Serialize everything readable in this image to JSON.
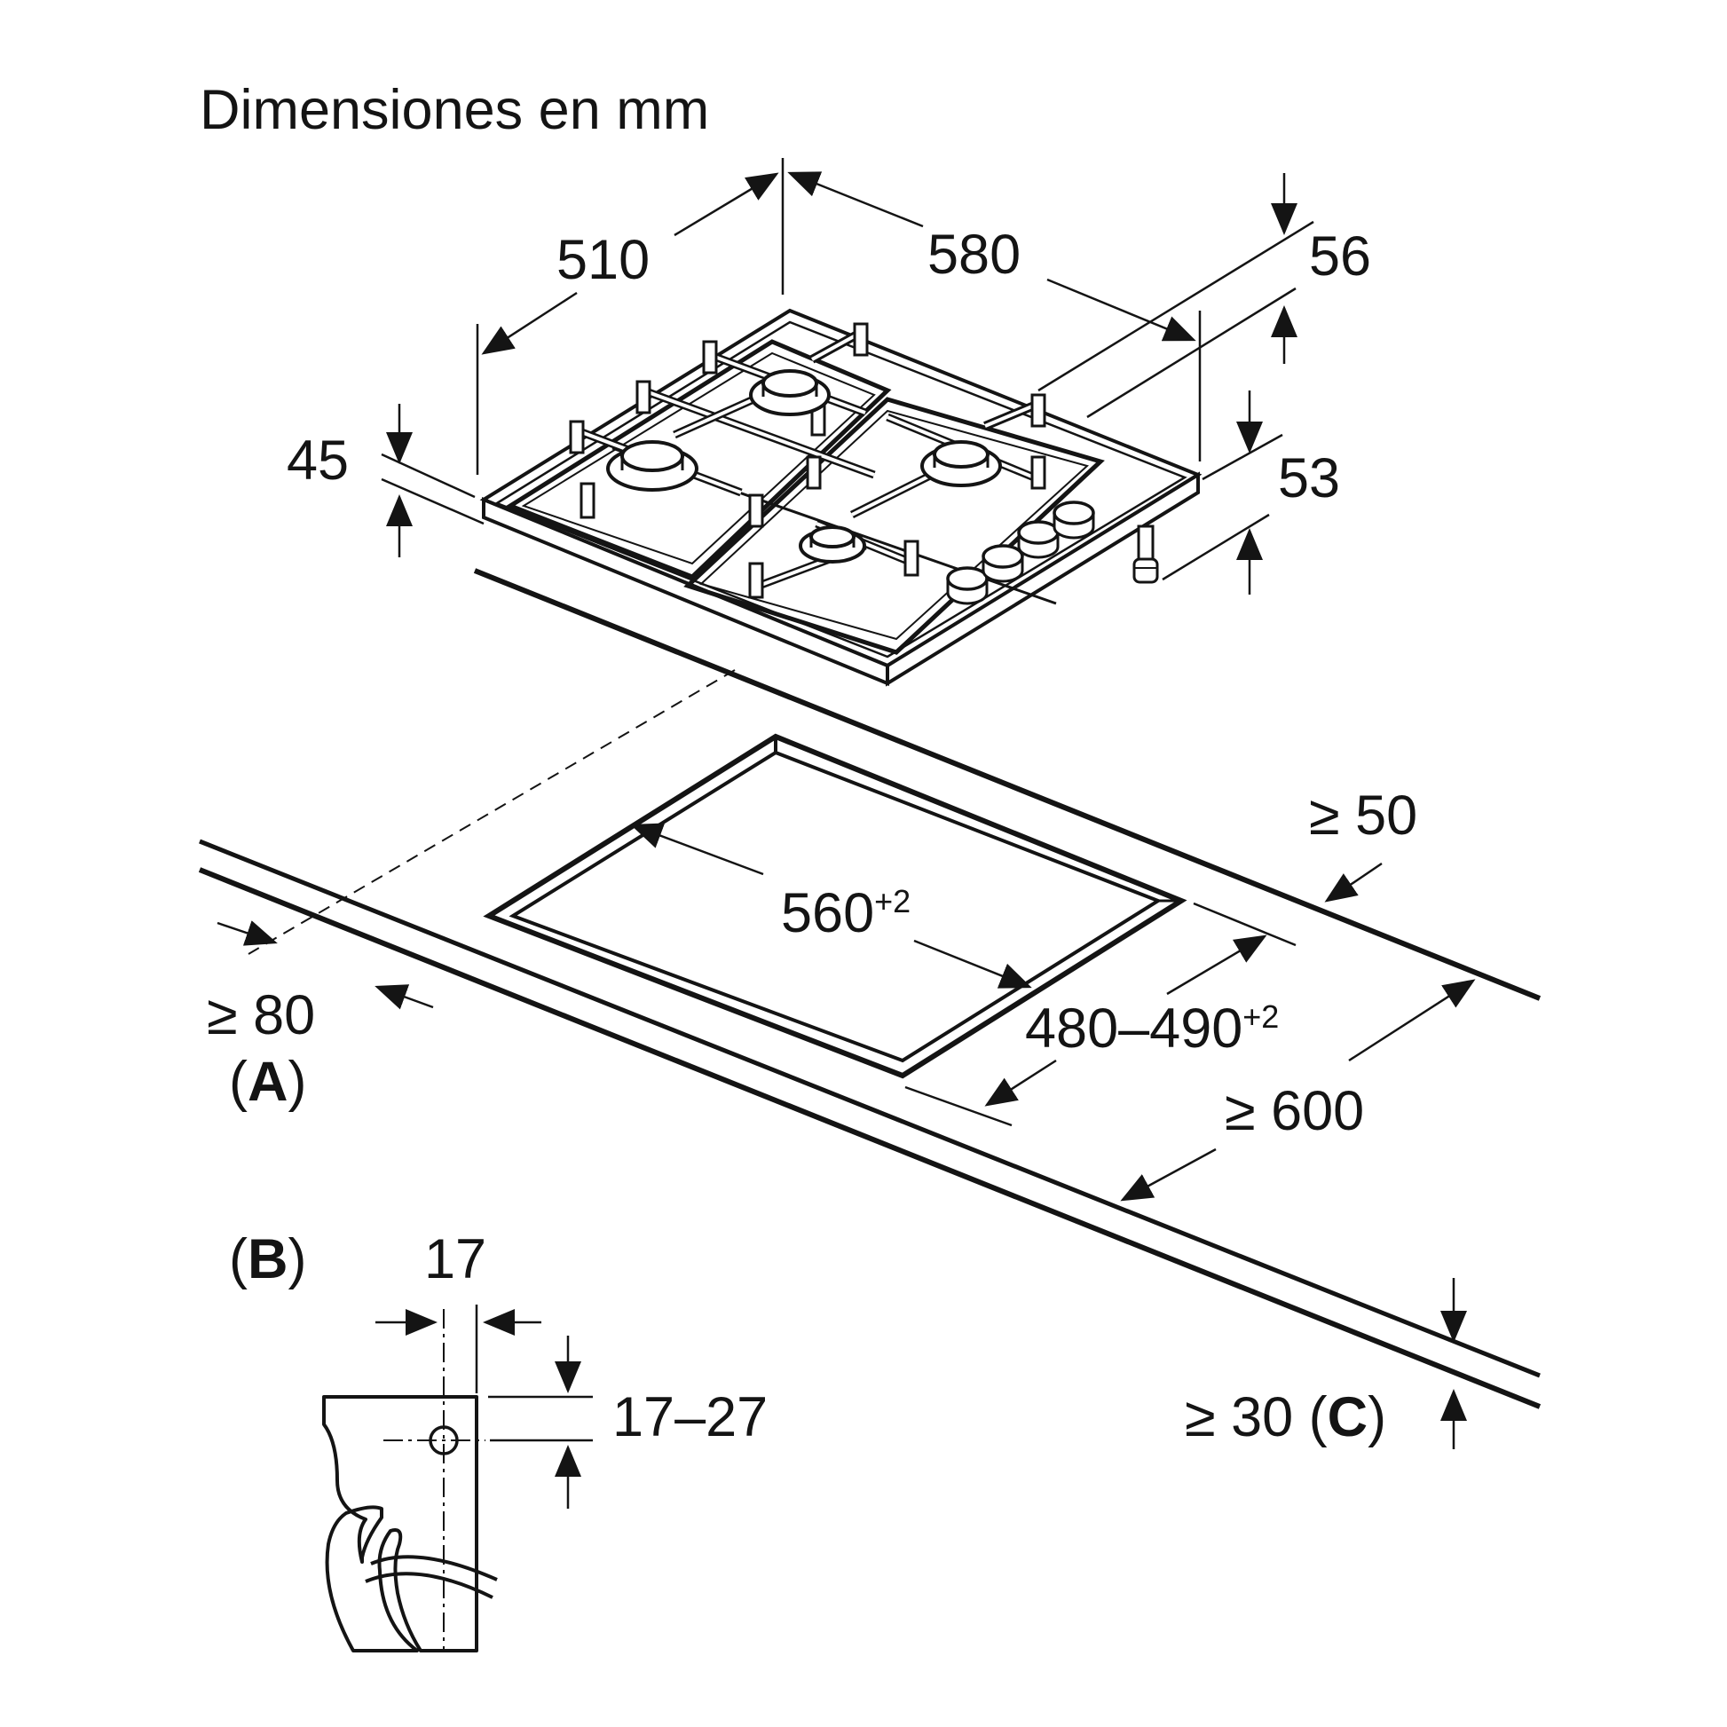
{
  "title": "Dimensiones en mm",
  "dimensions": {
    "depth": "510",
    "width": "580",
    "right_top": "56",
    "right_mid": "53",
    "height": "45",
    "cutout_width": "560",
    "cutout_width_tol": "+2",
    "cutout_depth": "480–490",
    "cutout_depth_tol": "+2",
    "min_back": "≥ 50",
    "min_front": "≥ 80",
    "min_side": "≥ 600",
    "min_thickness": "≥ 30",
    "bracket_width": "17",
    "bracket_height": "17–27"
  },
  "labels": {
    "a_open": "(",
    "a_letter": "A",
    "a_close": ")",
    "b_open": "(",
    "b_letter": "B",
    "b_close": ")",
    "c_open": "(",
    "c_letter": "C",
    "c_close": ")"
  },
  "colors": {
    "line": "#141414",
    "background": "#ffffff"
  }
}
